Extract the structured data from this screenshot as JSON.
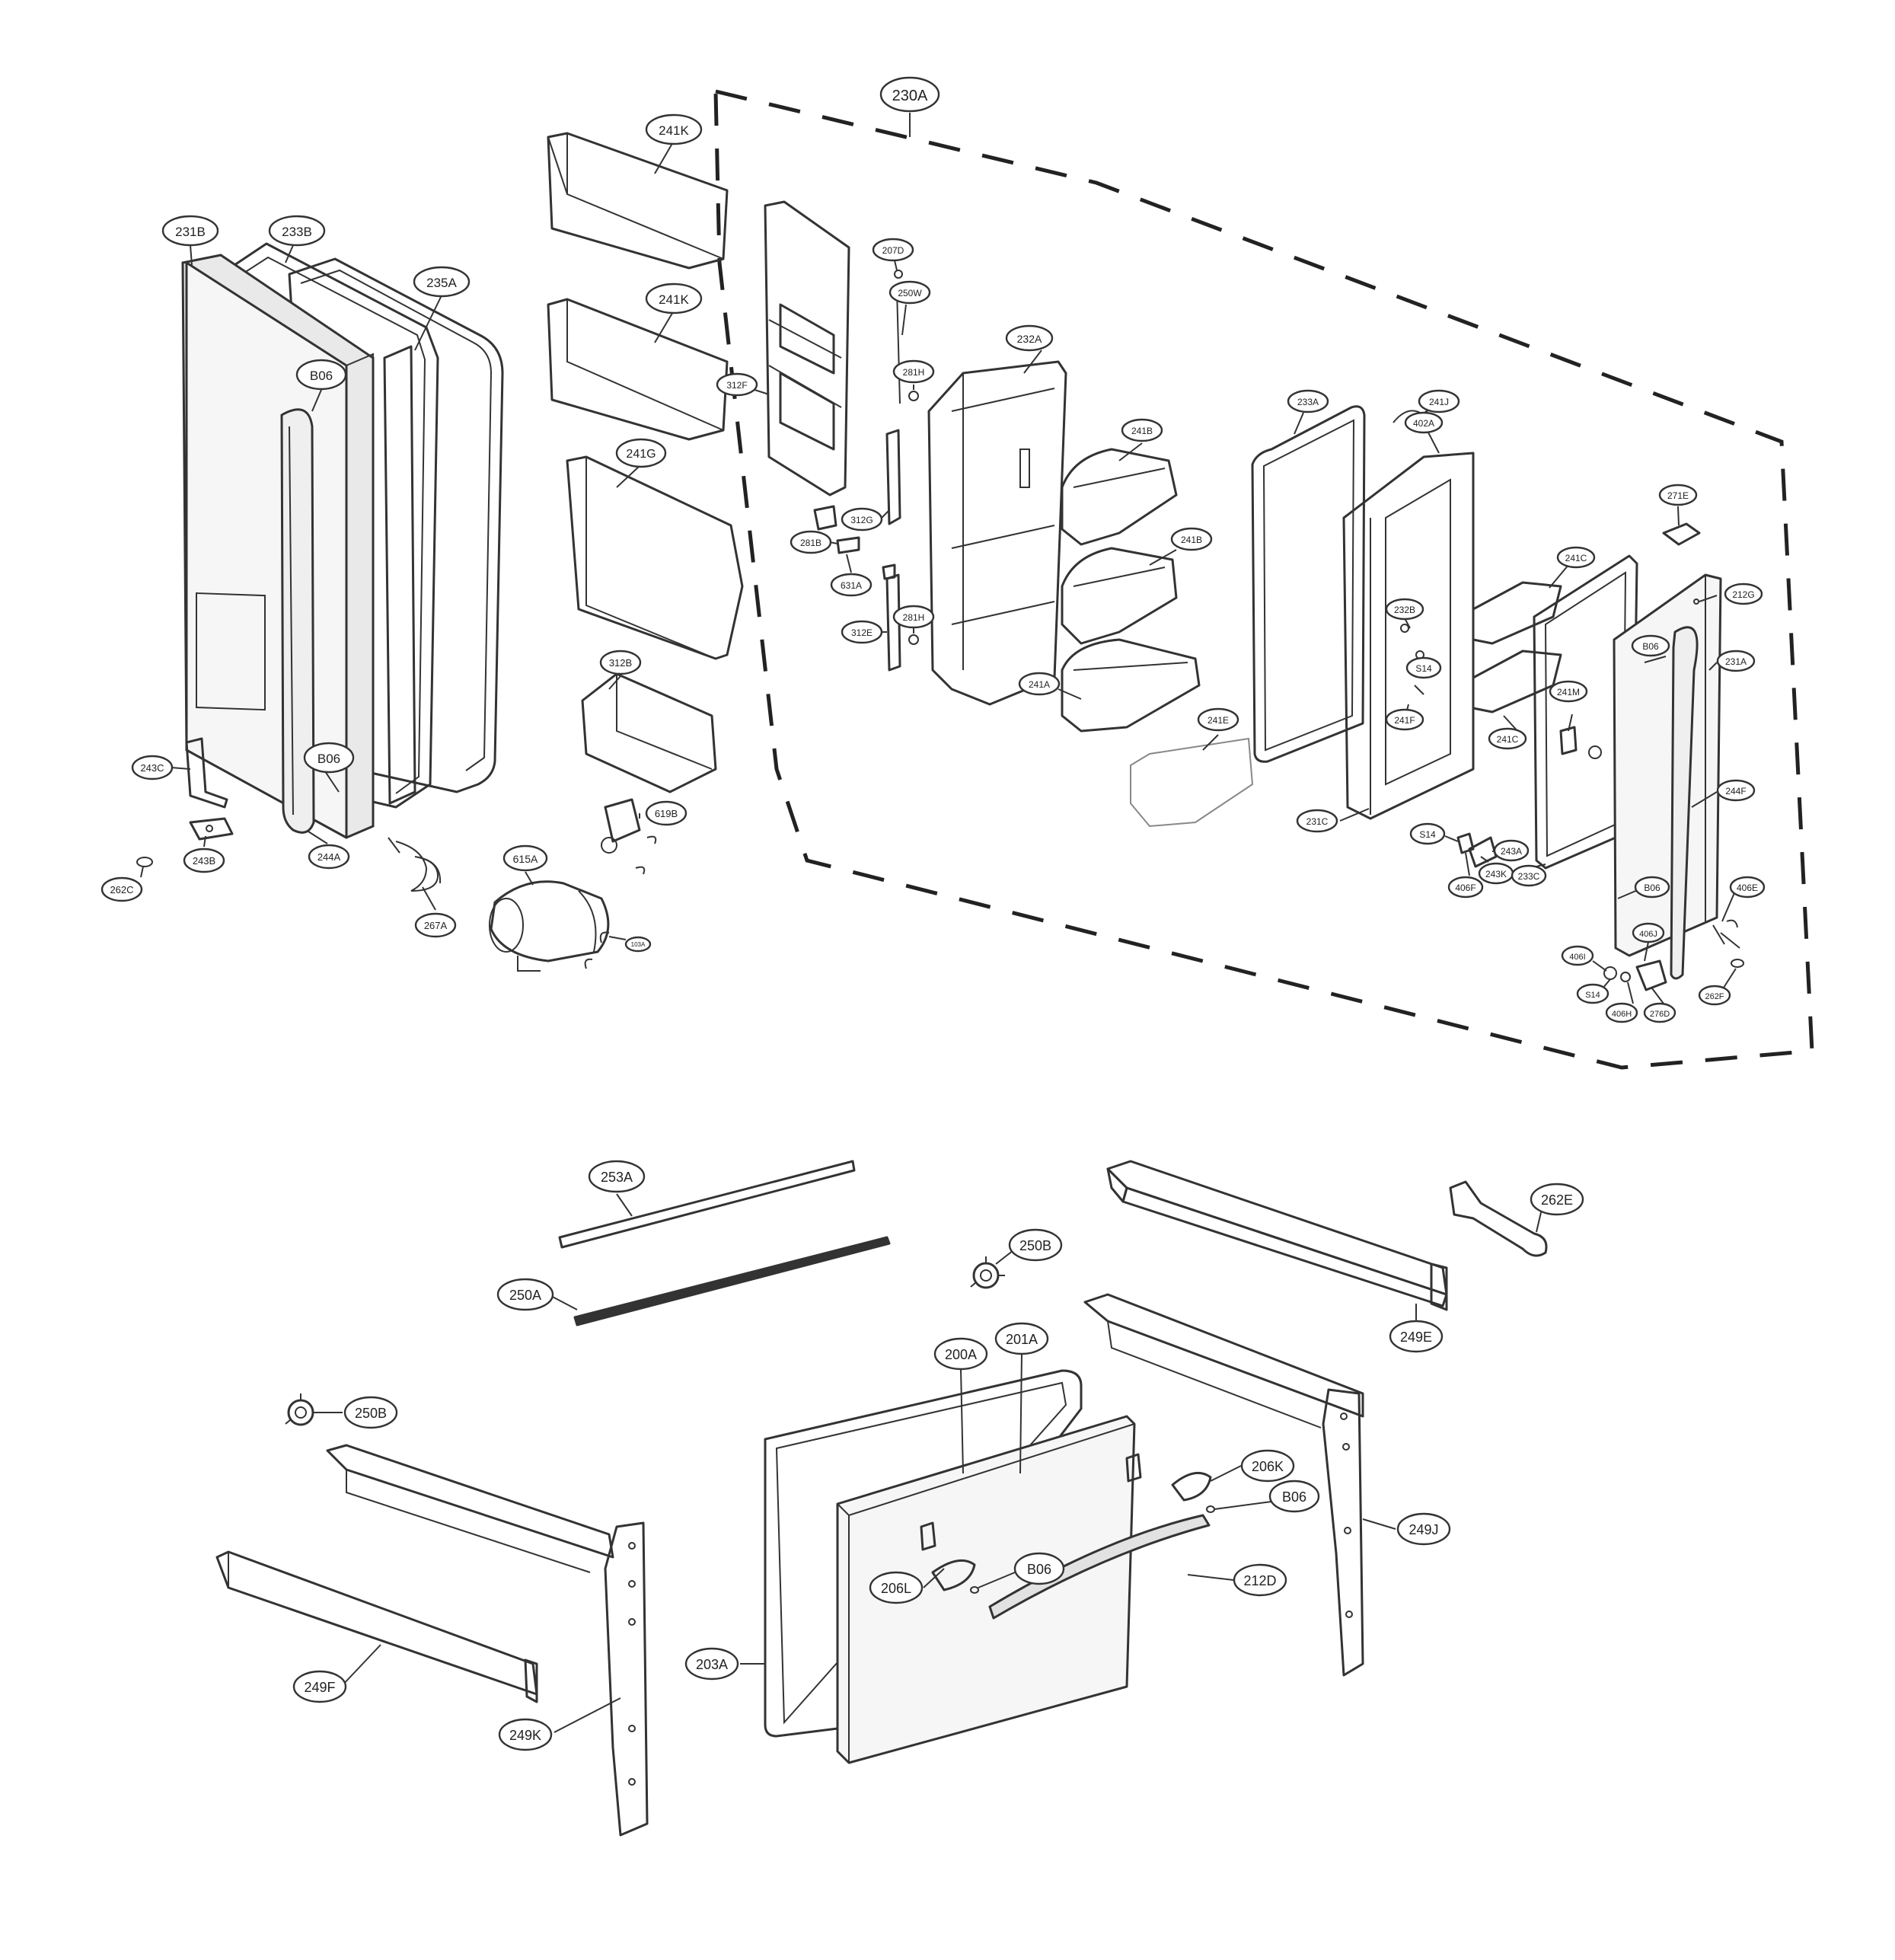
{
  "diagram": {
    "callouts": [
      {
        "id": "c-230A",
        "label": "230A"
      },
      {
        "id": "c-241K-1",
        "label": "241K"
      },
      {
        "id": "c-241K-2",
        "label": "241K"
      },
      {
        "id": "c-231B",
        "label": "231B"
      },
      {
        "id": "c-233B",
        "label": "233B"
      },
      {
        "id": "c-235A",
        "label": "235A"
      },
      {
        "id": "c-B06-1",
        "label": "B06"
      },
      {
        "id": "c-B06-2",
        "label": "B06"
      },
      {
        "id": "c-207D",
        "label": "207D"
      },
      {
        "id": "c-250W",
        "label": "250W"
      },
      {
        "id": "c-232A",
        "label": "232A"
      },
      {
        "id": "c-281H-1",
        "label": "281H"
      },
      {
        "id": "c-312F",
        "label": "312F"
      },
      {
        "id": "c-241G",
        "label": "241G"
      },
      {
        "id": "c-312G",
        "label": "312G"
      },
      {
        "id": "c-281B",
        "label": "281B"
      },
      {
        "id": "c-631A",
        "label": "631A"
      },
      {
        "id": "c-281H-2",
        "label": "281H"
      },
      {
        "id": "c-312E",
        "label": "312E"
      },
      {
        "id": "c-241B-1",
        "label": "241B"
      },
      {
        "id": "c-241B-2",
        "label": "241B"
      },
      {
        "id": "c-241A",
        "label": "241A"
      },
      {
        "id": "c-241E",
        "label": "241E"
      },
      {
        "id": "c-233A",
        "label": "233A"
      },
      {
        "id": "c-241J",
        "label": "241J"
      },
      {
        "id": "c-402A",
        "label": "402A"
      },
      {
        "id": "c-232B",
        "label": "232B"
      },
      {
        "id": "c-S14-1",
        "label": "S14"
      },
      {
        "id": "c-241F",
        "label": "241F"
      },
      {
        "id": "c-231C",
        "label": "231C"
      },
      {
        "id": "c-271E",
        "label": "271E"
      },
      {
        "id": "c-241C-1",
        "label": "241C"
      },
      {
        "id": "c-212G",
        "label": "212G"
      },
      {
        "id": "c-B06-3",
        "label": "B06"
      },
      {
        "id": "c-231A",
        "label": "231A"
      },
      {
        "id": "c-241M",
        "label": "241M"
      },
      {
        "id": "c-241C-2",
        "label": "241C"
      },
      {
        "id": "c-244F",
        "label": "244F"
      },
      {
        "id": "c-S14-2",
        "label": "S14"
      },
      {
        "id": "c-243A",
        "label": "243A"
      },
      {
        "id": "c-243K",
        "label": "243K"
      },
      {
        "id": "c-406F",
        "label": "406F"
      },
      {
        "id": "c-233C",
        "label": "233C"
      },
      {
        "id": "c-B06-4",
        "label": "B06"
      },
      {
        "id": "c-406E",
        "label": "406E"
      },
      {
        "id": "c-406I",
        "label": "406I"
      },
      {
        "id": "c-406J",
        "label": "406J"
      },
      {
        "id": "c-S14-3",
        "label": "S14"
      },
      {
        "id": "c-406H",
        "label": "406H"
      },
      {
        "id": "c-276D",
        "label": "276D"
      },
      {
        "id": "c-262F",
        "label": "262F"
      },
      {
        "id": "c-312B",
        "label": "312B"
      },
      {
        "id": "c-619B",
        "label": "619B"
      },
      {
        "id": "c-615A",
        "label": "615A"
      },
      {
        "id": "c-103A",
        "label": "103A"
      },
      {
        "id": "c-243C",
        "label": "243C"
      },
      {
        "id": "c-243B",
        "label": "243B"
      },
      {
        "id": "c-262C",
        "label": "262C"
      },
      {
        "id": "c-244A",
        "label": "244A"
      },
      {
        "id": "c-267A",
        "label": "267A"
      },
      {
        "id": "c-253A",
        "label": "253A"
      },
      {
        "id": "c-250A",
        "label": "250A"
      },
      {
        "id": "c-250B-1",
        "label": "250B"
      },
      {
        "id": "c-262E",
        "label": "262E"
      },
      {
        "id": "c-249E",
        "label": "249E"
      },
      {
        "id": "c-200A",
        "label": "200A"
      },
      {
        "id": "c-201A",
        "label": "201A"
      },
      {
        "id": "c-250B-2",
        "label": "250B"
      },
      {
        "id": "c-206K",
        "label": "206K"
      },
      {
        "id": "c-B06-5",
        "label": "B06"
      },
      {
        "id": "c-249J",
        "label": "249J"
      },
      {
        "id": "c-B06-6",
        "label": "B06"
      },
      {
        "id": "c-206L",
        "label": "206L"
      },
      {
        "id": "c-212D",
        "label": "212D"
      },
      {
        "id": "c-203A",
        "label": "203A"
      },
      {
        "id": "c-249F",
        "label": "249F"
      },
      {
        "id": "c-249K",
        "label": "249K"
      }
    ]
  }
}
